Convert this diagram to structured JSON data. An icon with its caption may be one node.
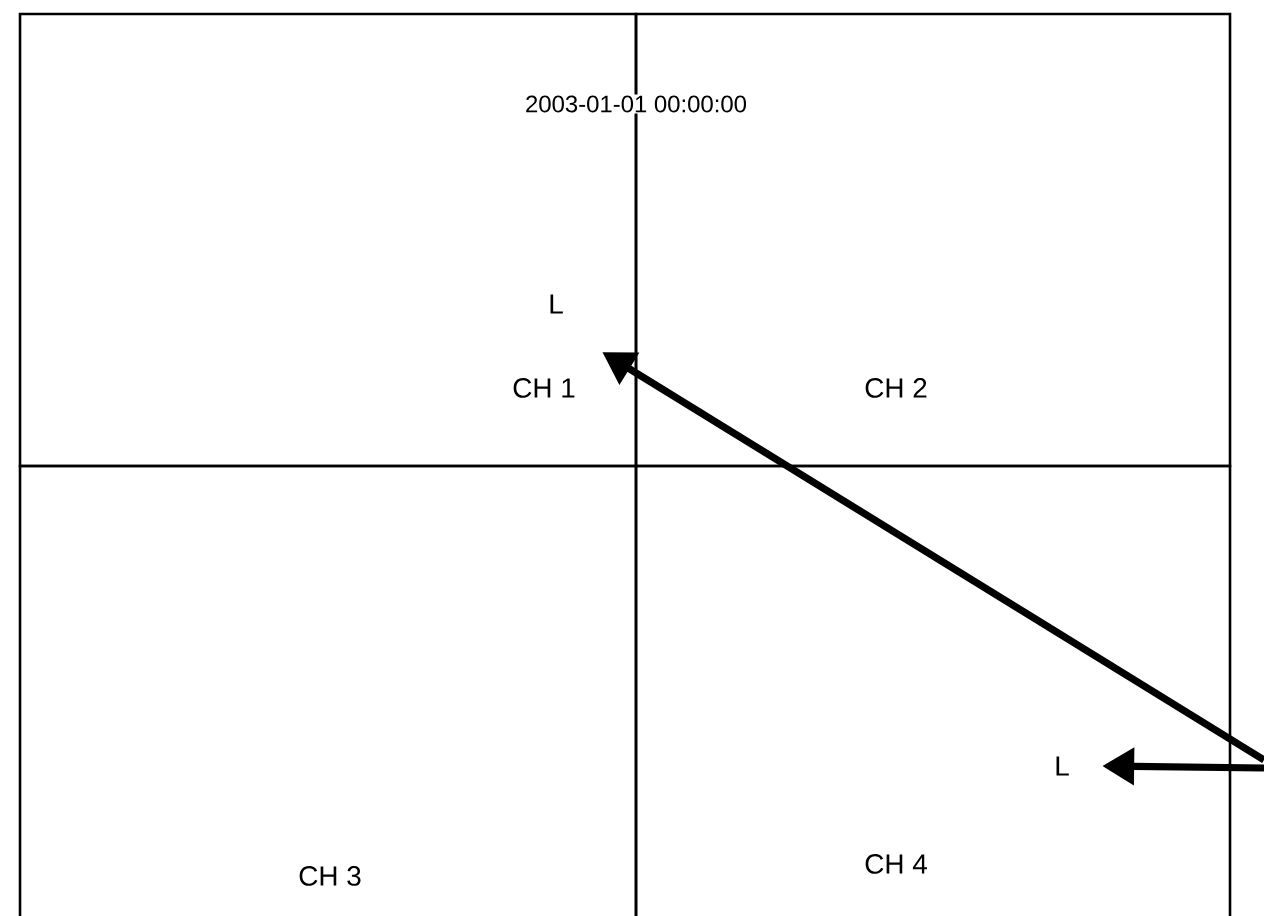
{
  "diagram": {
    "nodes": [
      {
        "text": [
          "CH 1"
        ]
      },
      {
        "text": [
          "CH 2"
        ]
      },
      {
        "text": [
          "CH 3"
        ]
      },
      {
        "text": [
          "CH 4"
        ]
      },
      {
        "text": [
          "L"
        ],
        "in": 0
      },
      {
        "text": [
          "L"
        ],
        "in": 3
      }
    ],
    "edges": [
      {
        "from": null,
        "to": 4,
        "arrow": "to"
      },
      {
        "from": null,
        "to": 5,
        "arrow": "to"
      }
    ],
    "labels": [
      "2003-01-01 00:00:00"
    ]
  }
}
